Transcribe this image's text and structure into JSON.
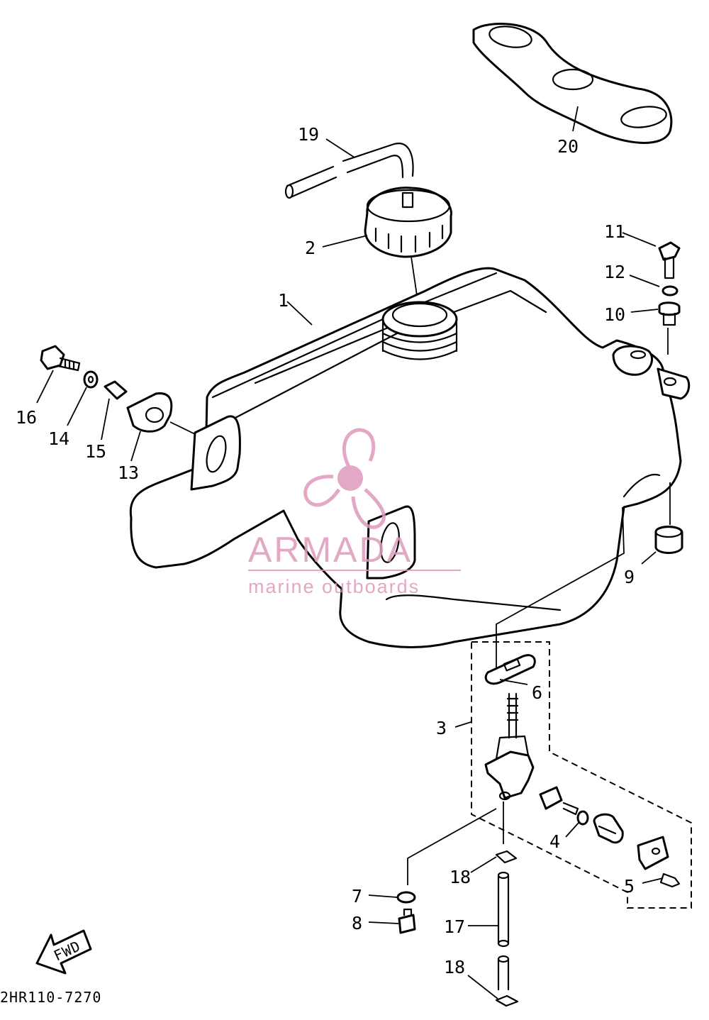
{
  "diagram": {
    "reference_code": "2HR110-7270",
    "fwd_label": "FWD",
    "part_labels": [
      "1",
      "2",
      "3",
      "4",
      "5",
      "6",
      "7",
      "8",
      "9",
      "10",
      "11",
      "12",
      "13",
      "14",
      "15",
      "16",
      "17",
      "18",
      "18",
      "19",
      "20"
    ]
  },
  "watermark": {
    "brand": "ARMADA",
    "tagline": "marine outboards",
    "color": "#dd99bb"
  },
  "colors": {
    "line": "#000000",
    "background": "#ffffff"
  }
}
